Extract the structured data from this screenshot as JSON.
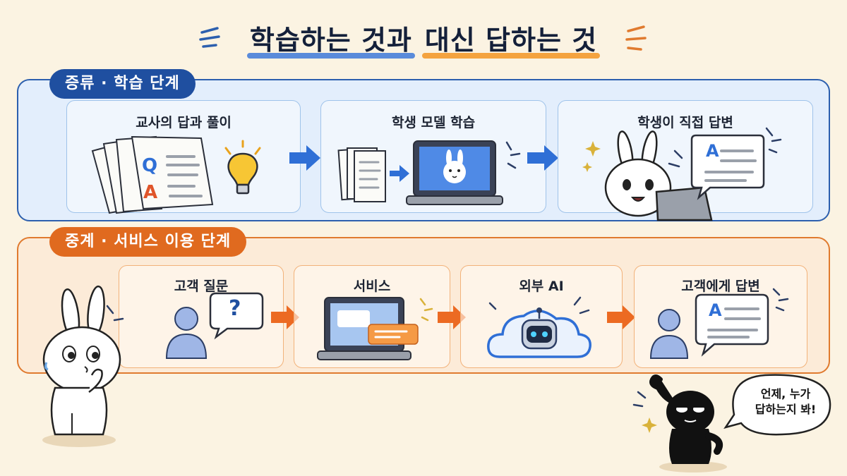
{
  "title": {
    "part1": "학습하는 것과",
    "part2": "대신 답하는 것"
  },
  "stage1": {
    "badge": "증류 · 학습 단계",
    "steps": [
      {
        "label": "교사의 답과 풀이"
      },
      {
        "label": "학생 모델 학습"
      },
      {
        "label": "학생이 직접 답변"
      }
    ],
    "doc_q": "Q",
    "doc_a": "A",
    "answer_letter": "A"
  },
  "stage2": {
    "badge": "중계 · 서비스 이용 단계",
    "steps": [
      {
        "label": "고객 질문"
      },
      {
        "label": "서비스"
      },
      {
        "label": "외부 AI"
      },
      {
        "label": "고객에게 답변"
      }
    ],
    "question_mark": "?",
    "answer_letter": "A"
  },
  "speech": {
    "line1": "언제, 누가",
    "line2": "답하는지 봐!"
  },
  "colors": {
    "blue": "#2c5fae",
    "orange": "#e07a2e",
    "arrow_blue": "#2f6fd6",
    "arrow_orange": "#ec6a22"
  }
}
